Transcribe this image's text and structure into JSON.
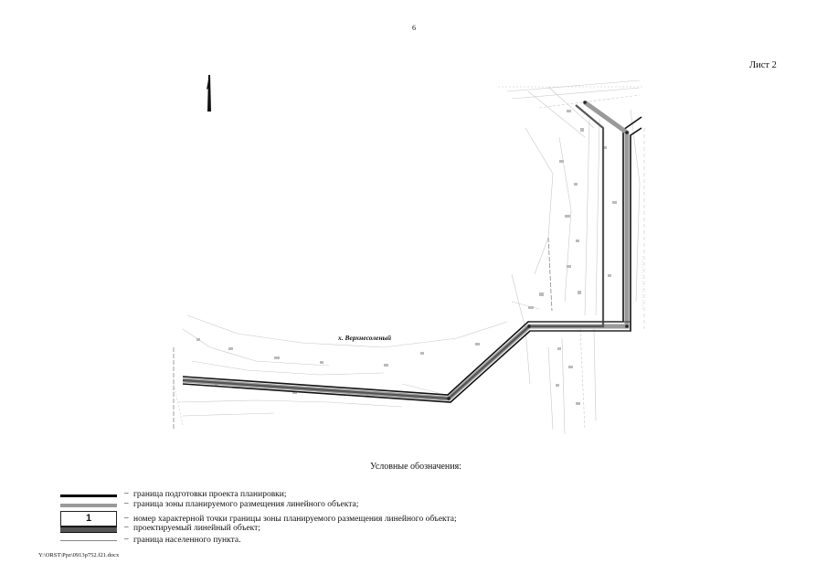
{
  "page": {
    "number": "6",
    "sheet_label": "Лист 2"
  },
  "map": {
    "settlement_label": "х. Верхнесоленый"
  },
  "legend": {
    "title": "Условные обозначения:",
    "items": [
      {
        "symbol": "",
        "dash": "–",
        "label": "граница подготовки проекта планировки;"
      },
      {
        "symbol": "",
        "dash": "–",
        "label": "граница зоны планируемого размещения линейного объекта;"
      },
      {
        "symbol": "1",
        "dash": "–",
        "label": "номер характерной точки границы зоны планируемого размещения линейного объекта;"
      },
      {
        "symbol": "",
        "dash": "–",
        "label": "проектируемый линейный объект;"
      },
      {
        "symbol": "",
        "dash": "–",
        "label": "граница населенного пункта."
      }
    ]
  },
  "footer": {
    "file_path": "Y:\\ORST\\Ppz\\0913p752.f21.docx"
  },
  "colors": {
    "border": "#000000",
    "zone": "#9a9a9a",
    "linear_object": "#555555",
    "settlement_border": "#888888",
    "map_detail": "#bcbcbc"
  }
}
